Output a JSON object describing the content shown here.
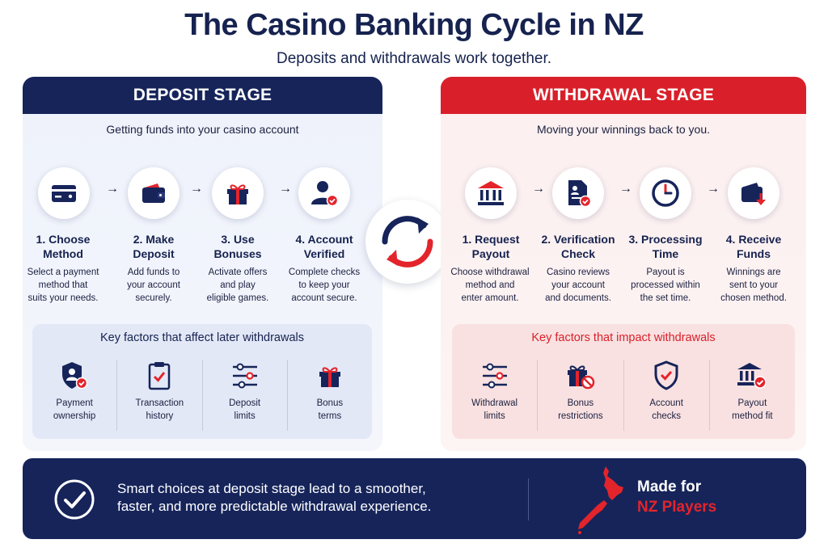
{
  "header": {
    "title": "The Casino Banking Cycle in NZ",
    "subtitle": "Deposits and withdrawals work together."
  },
  "colors": {
    "navy": "#16245a",
    "red": "#d9202a",
    "accent_red": "#e3242b"
  },
  "deposit": {
    "heading": "DEPOSIT STAGE",
    "subheading": "Getting funds into your casino account",
    "steps": [
      {
        "title1": "1. Choose",
        "title2": "Method",
        "desc": [
          "Select a payment",
          "method that",
          "suits your needs."
        ],
        "icon": "credit-card-icon"
      },
      {
        "title1": "2. Make",
        "title2": "Deposit",
        "desc": [
          "Add funds to",
          "your account",
          "securely."
        ],
        "icon": "wallet-icon"
      },
      {
        "title1": "3. Use",
        "title2": "Bonuses",
        "desc": [
          "Activate offers",
          "and play",
          "eligible games."
        ],
        "icon": "gift-icon"
      },
      {
        "title1": "4. Account",
        "title2": "Verified",
        "desc": [
          "Complete checks",
          "to keep your",
          "account secure."
        ],
        "icon": "user-verified-icon"
      }
    ],
    "factors_title": "Key factors that affect later withdrawals",
    "factors": [
      {
        "l1": "Payment",
        "l2": "ownership",
        "icon": "shield-user-icon"
      },
      {
        "l1": "Transaction",
        "l2": "history",
        "icon": "clipboard-check-icon"
      },
      {
        "l1": "Deposit",
        "l2": "limits",
        "icon": "sliders-icon"
      },
      {
        "l1": "Bonus",
        "l2": "terms",
        "icon": "gift-icon"
      }
    ]
  },
  "withdraw": {
    "heading": "WITHDRAWAL STAGE",
    "subheading": "Moving your winnings back to you.",
    "steps": [
      {
        "title1": "1. Request",
        "title2": "Payout",
        "desc": [
          "Choose withdrawal",
          "method and",
          "enter amount."
        ],
        "icon": "bank-icon"
      },
      {
        "title1": "2. Verification",
        "title2": "Check",
        "desc": [
          "Casino reviews",
          "your account",
          "and documents."
        ],
        "icon": "document-check-icon"
      },
      {
        "title1": "3. Processing",
        "title2": "Time",
        "desc": [
          "Payout is",
          "processed within",
          "the set time."
        ],
        "icon": "clock-icon"
      },
      {
        "title1": "4. Receive",
        "title2": "Funds",
        "desc": [
          "Winnings are",
          "sent to your",
          "chosen method."
        ],
        "icon": "wallet-download-icon"
      }
    ],
    "factors_title": "Key factors that impact withdrawals",
    "factors": [
      {
        "l1": "Withdrawal",
        "l2": "limits",
        "icon": "sliders-icon"
      },
      {
        "l1": "Bonus",
        "l2": "restrictions",
        "icon": "gift-blocked-icon"
      },
      {
        "l1": "Account",
        "l2": "checks",
        "icon": "shield-check-icon"
      },
      {
        "l1": "Payout",
        "l2": "method fit",
        "icon": "bank-check-icon"
      }
    ]
  },
  "banner": {
    "line1": "Smart choices at deposit stage lead to a smoother,",
    "line2": "faster, and more predictable withdrawal experience.",
    "made_for": "Made for",
    "nz_players": "NZ Players"
  }
}
